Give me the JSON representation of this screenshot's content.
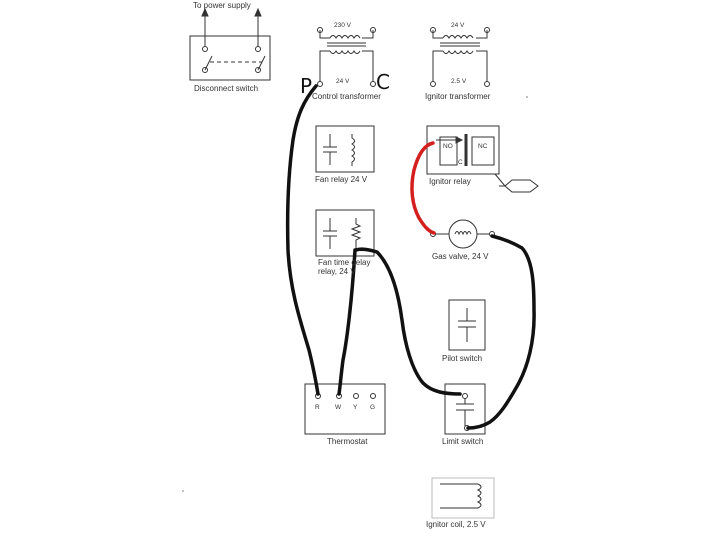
{
  "power_supply": {
    "label": "To power supply"
  },
  "disconnect_switch": {
    "label": "Disconnect switch"
  },
  "control_transformer": {
    "primary": "230 V",
    "secondary": "24 V",
    "label": "Control transformer",
    "terminal_left": "P",
    "terminal_right": "C"
  },
  "ignitor_transformer": {
    "primary": "24 V",
    "secondary": "2.5 V",
    "label": "Ignitor transformer"
  },
  "fan_relay": {
    "label": "Fan relay 24 V"
  },
  "fan_time_delay_relay": {
    "label_line1": "Fan time delay",
    "label_line2": "relay, 24 V"
  },
  "ignitor_relay": {
    "label": "Ignitor relay",
    "no": "NO",
    "nc": "NC",
    "c": "C"
  },
  "gas_valve": {
    "label": "Gas valve, 24 V"
  },
  "pilot_switch": {
    "label": "Pilot switch"
  },
  "thermostat": {
    "label": "Thermostat",
    "terminals": [
      "R",
      "W",
      "Y",
      "G"
    ]
  },
  "limit_switch": {
    "label": "Limit switch"
  },
  "ignitor_coil": {
    "label": "Ignitor coil, 2.5 V"
  }
}
